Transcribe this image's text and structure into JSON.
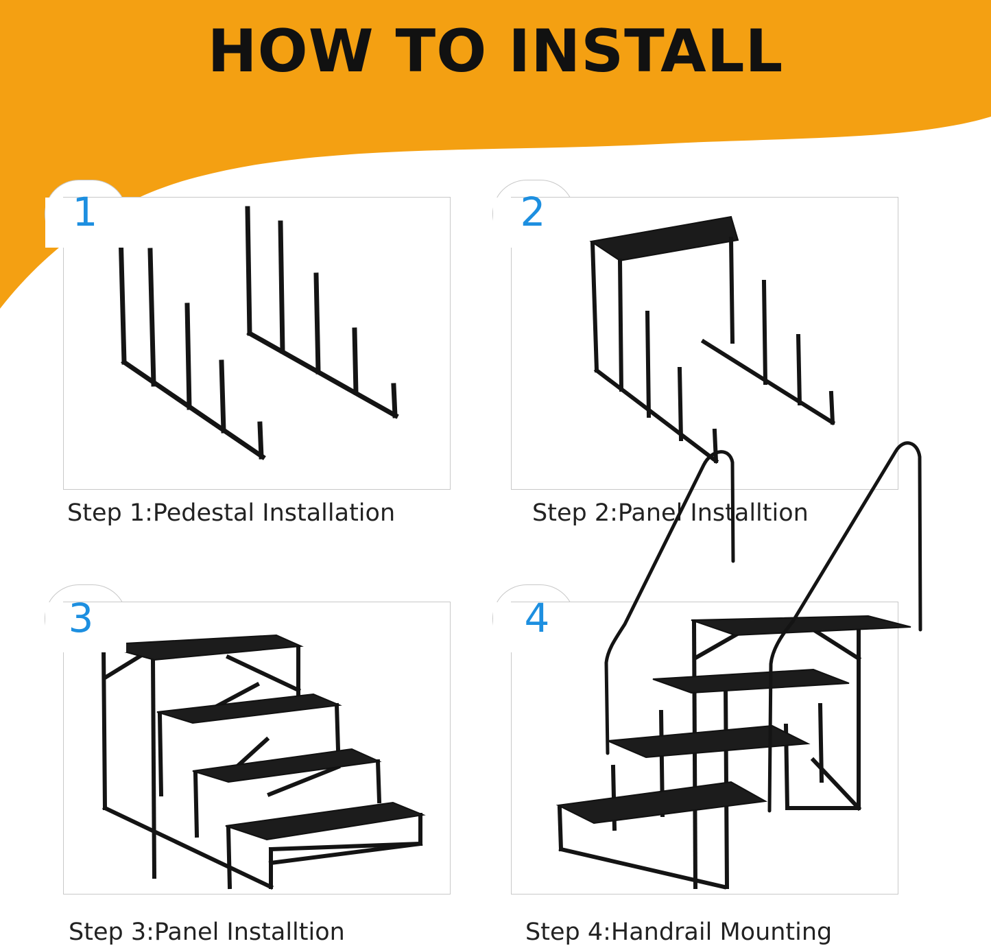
{
  "title": "HOW TO INSTALL",
  "colors": {
    "banner": "#f4a012",
    "step_number": "#1d8fe0",
    "steel": "#141414"
  },
  "steps": [
    {
      "number": "1",
      "caption": "Step 1:Pedestal Installation"
    },
    {
      "number": "2",
      "caption": "Step 2:Panel Installtion"
    },
    {
      "number": "3",
      "caption": "Step 3:Panel Installtion"
    },
    {
      "number": "4",
      "caption": "Step 4:Handrail Mounting"
    }
  ]
}
